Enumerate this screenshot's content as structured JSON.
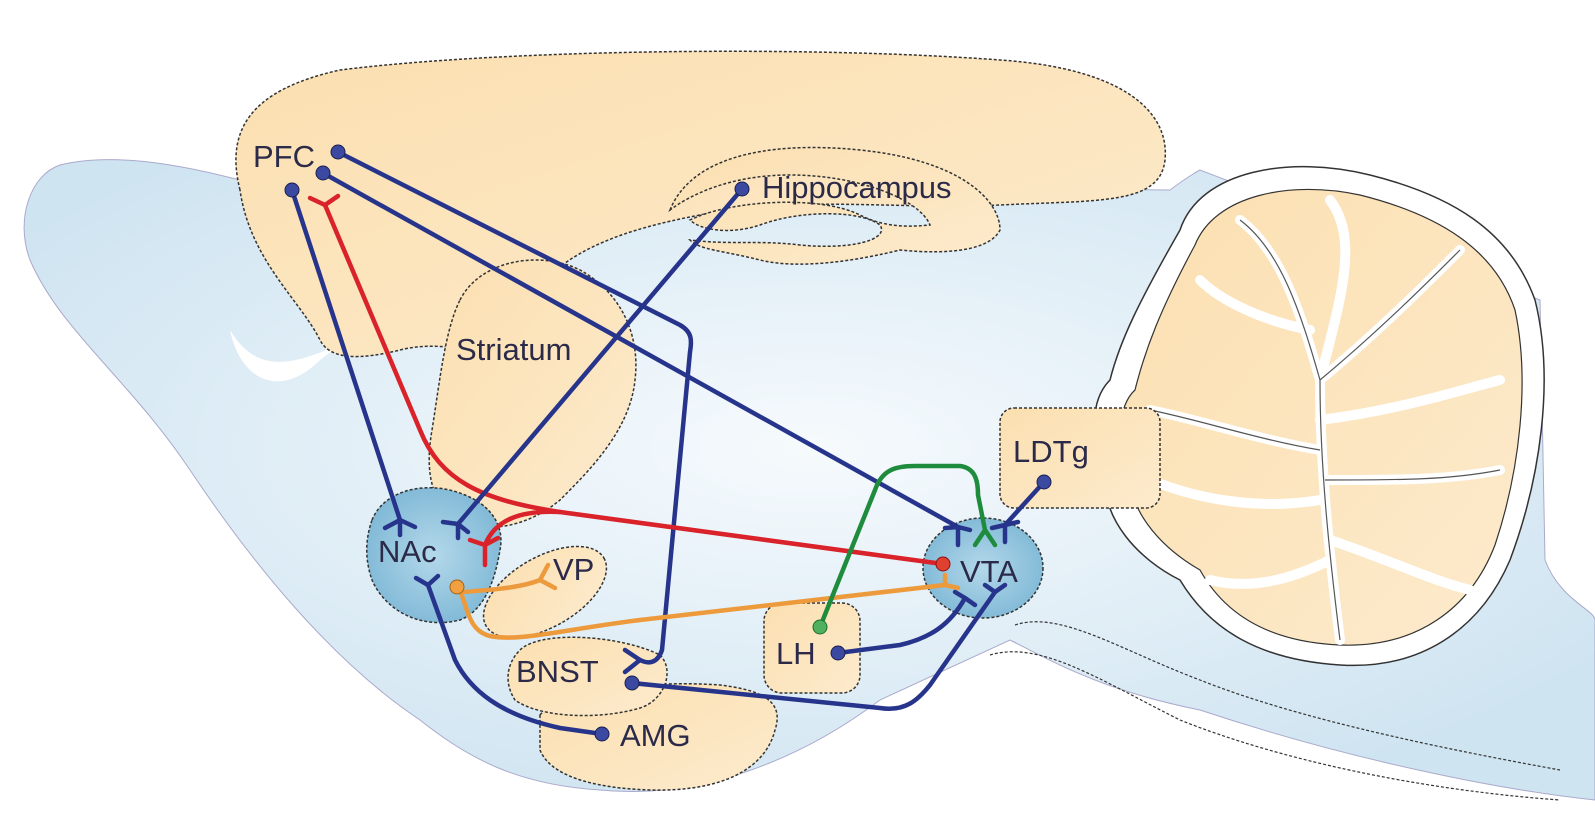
{
  "regions": {
    "pfc": "PFC",
    "hippocampus": "Hippocampus",
    "striatum": "Striatum",
    "ldtg": "LDTg",
    "nac": "NAc",
    "vp": "VP",
    "vta": "VTA",
    "lh": "LH",
    "bnst": "BNST",
    "amg": "AMG"
  },
  "colors": {
    "brain": "#dcebf5",
    "region_fill": "#fbe3b8",
    "nucleus_fill": "#8fc3dc",
    "pathway_blue": "#27348b",
    "pathway_red": "#d9222a",
    "pathway_orange": "#ec9a3c",
    "pathway_green": "#1e8c3c"
  },
  "pathways": [
    {
      "from": "PFC",
      "to": "NAc",
      "color": "blue"
    },
    {
      "from": "PFC",
      "to": "VTA",
      "color": "blue"
    },
    {
      "from": "PFC",
      "to": "BNST",
      "color": "blue"
    },
    {
      "from": "VTA",
      "to": "PFC",
      "color": "red"
    },
    {
      "from": "VTA",
      "to": "NAc",
      "color": "red"
    },
    {
      "from": "Hippocampus",
      "to": "NAc",
      "color": "blue"
    },
    {
      "from": "NAc",
      "to": "VP",
      "color": "orange"
    },
    {
      "from": "NAc",
      "to": "VTA",
      "color": "orange"
    },
    {
      "from": "LH",
      "to": "VTA",
      "color": "green"
    },
    {
      "from": "LH",
      "to": "VTA",
      "color": "blue"
    },
    {
      "from": "BNST",
      "to": "VTA",
      "color": "blue"
    },
    {
      "from": "AMG",
      "to": "NAc",
      "color": "blue"
    },
    {
      "from": "LDTg",
      "to": "VTA",
      "color": "blue"
    }
  ]
}
